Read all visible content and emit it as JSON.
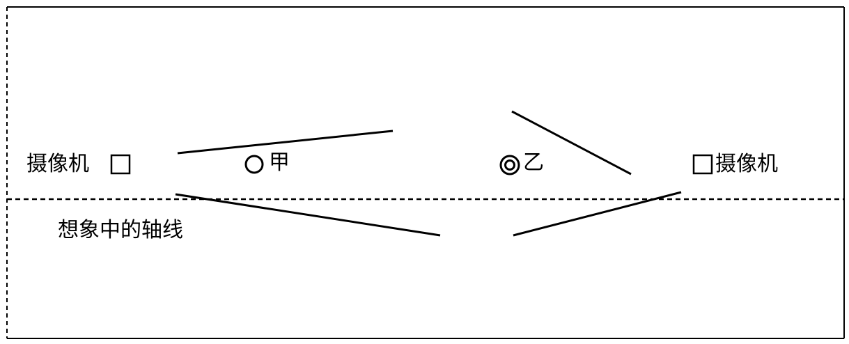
{
  "diagram": {
    "camera_left_label": "摄像机",
    "camera_right_label": "摄像机",
    "subject_a_label": "甲",
    "subject_b_label": "乙",
    "axis_label": "想象中的轴线",
    "camera_marker": "square-marker",
    "subject_a_marker": "circle-marker",
    "subject_b_marker": "double-circle-marker",
    "stroke_color": "#000000"
  }
}
